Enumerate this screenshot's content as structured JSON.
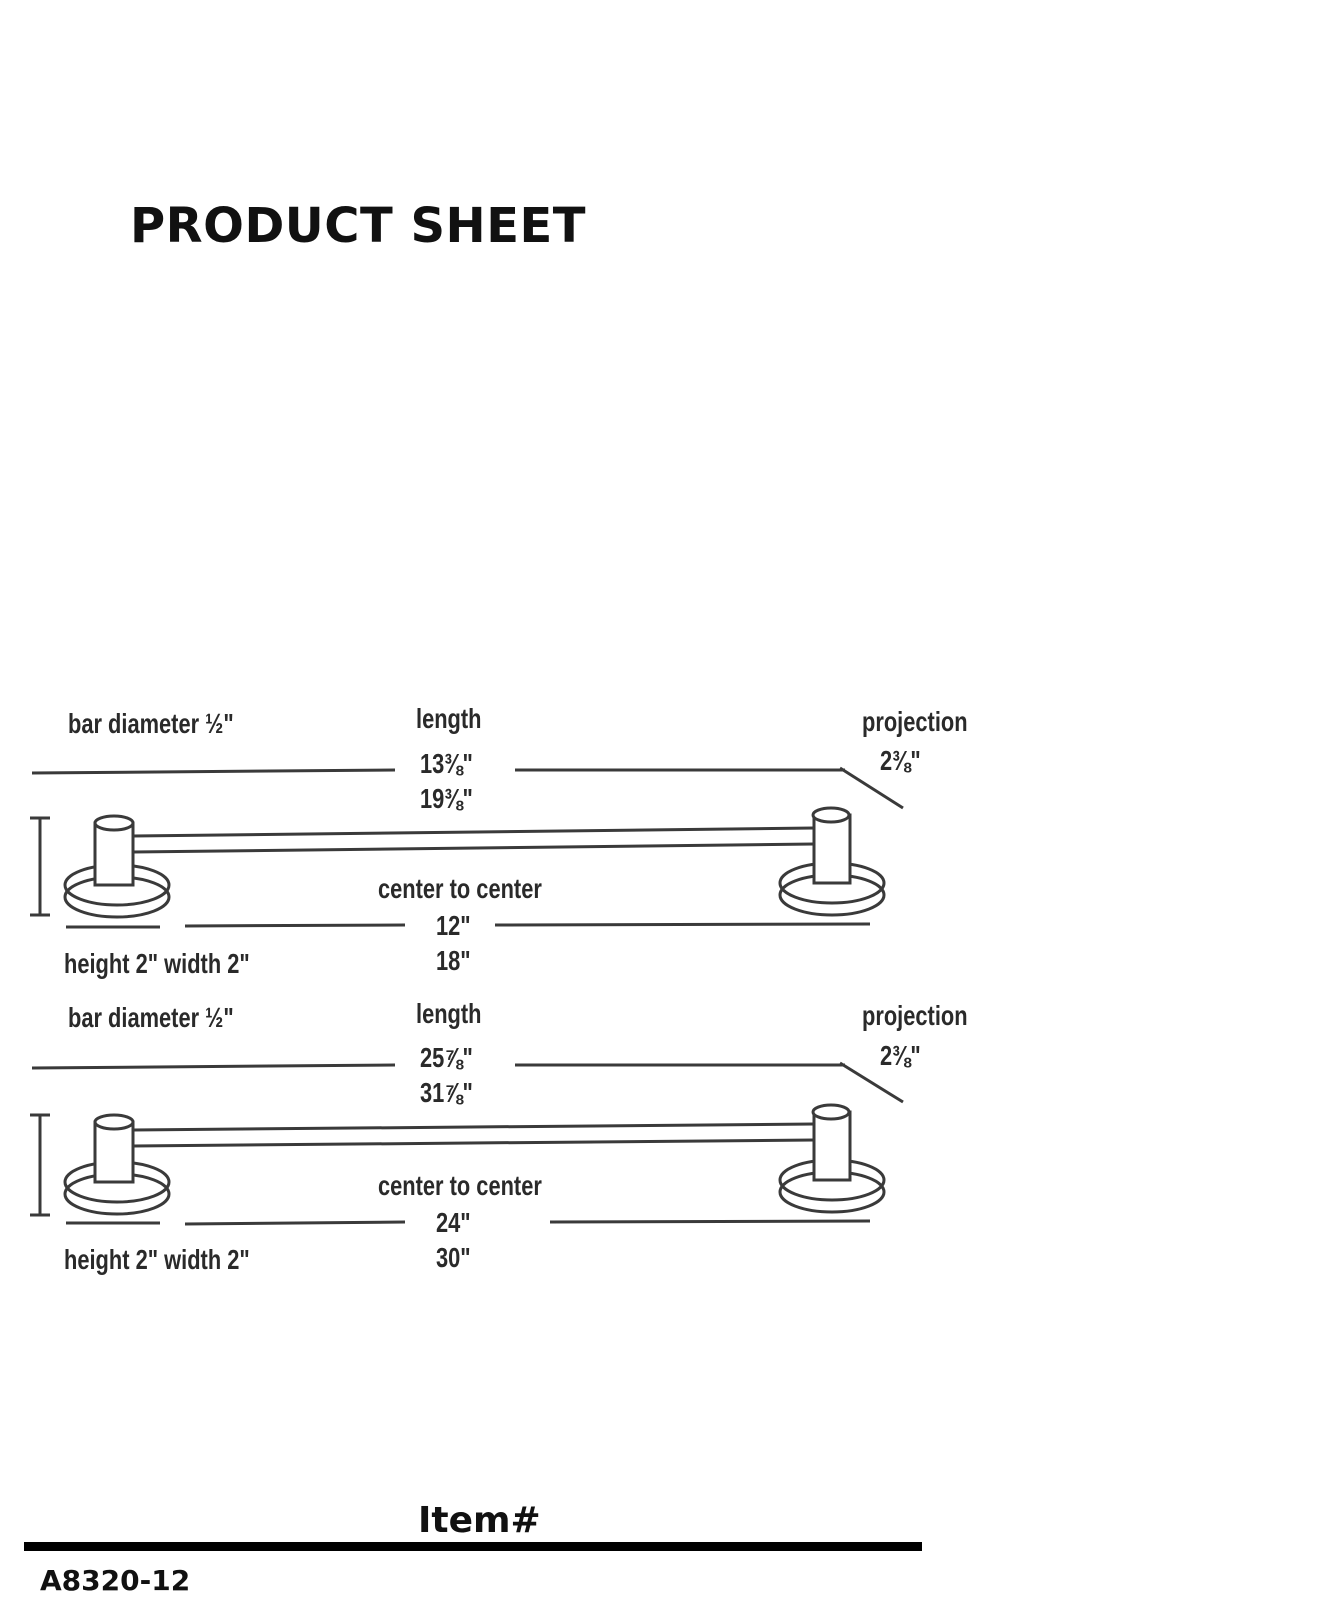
{
  "header": {
    "title": "PRODUCT SHEET"
  },
  "drawings": [
    {
      "bar_diameter": "bar diameter ½\"",
      "length_label": "length",
      "length_a": "13⅜\"",
      "length_b": "19⅜\"",
      "projection_label": "projection",
      "projection_value": "2⅜\"",
      "center_label": "center to center",
      "center_a": "12\"",
      "center_b": "18\"",
      "height_width": "height 2\" width 2\""
    },
    {
      "bar_diameter": "bar diameter ½\"",
      "length_label": "length",
      "length_a": "25⅞\"",
      "length_b": "31⅞\"",
      "projection_label": "projection",
      "projection_value": "2⅜\"",
      "center_label": "center to center",
      "center_a": "24\"",
      "center_b": "30\"",
      "height_width": "height 2\" width 2\""
    }
  ],
  "footer": {
    "item_label": "Item#",
    "item_number": "A8320-12"
  }
}
